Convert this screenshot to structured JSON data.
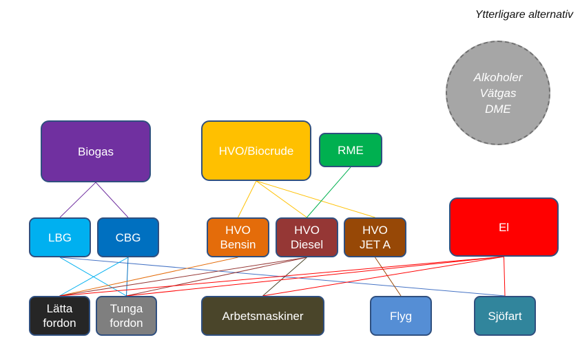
{
  "alternatives": {
    "title": "Ytterligare alternativ",
    "text": "Alkoholer\nVätgas\nDME"
  },
  "nodes": {
    "biogas": {
      "label": "Biogas",
      "color": "#7030a0"
    },
    "hvo_biocrude": {
      "label": "HVO/Biocrude",
      "color": "#ffc000"
    },
    "rme": {
      "label": "RME",
      "color": "#00b050"
    },
    "lbg": {
      "label": "LBG",
      "color": "#00b0f0"
    },
    "cbg": {
      "label": "CBG",
      "color": "#0070c0"
    },
    "hvo_bensin": {
      "label": "HVO\nBensin",
      "color": "#e46c0a"
    },
    "hvo_diesel": {
      "label": "HVO\nDiesel",
      "color": "#953735"
    },
    "hvo_jet_a": {
      "label": "HVO\nJET A",
      "color": "#974806"
    },
    "el": {
      "label": "El",
      "color": "#ff0000"
    },
    "latta_fordon": {
      "label": "Lätta\nfordon",
      "color": "#262626"
    },
    "tunga_fordon": {
      "label": "Tunga\nfordon",
      "color": "#7f7f7f"
    },
    "arbetsmaskiner": {
      "label": "Arbetsmaskiner",
      "color": "#4a452a"
    },
    "flyg": {
      "label": "Flyg",
      "color": "#558ed5"
    },
    "sjofart": {
      "label": "Sjöfart",
      "color": "#31859c"
    }
  },
  "edges": [
    {
      "from": "biogas",
      "to": "lbg",
      "color": "#7030a0"
    },
    {
      "from": "biogas",
      "to": "cbg",
      "color": "#7030a0"
    },
    {
      "from": "hvo_biocrude",
      "to": "hvo_bensin",
      "color": "#ffc000"
    },
    {
      "from": "hvo_biocrude",
      "to": "hvo_diesel",
      "color": "#ffc000"
    },
    {
      "from": "hvo_biocrude",
      "to": "hvo_jet_a",
      "color": "#ffc000"
    },
    {
      "from": "rme",
      "to": "hvo_diesel",
      "color": "#00b050"
    },
    {
      "from": "lbg",
      "to": "tunga_fordon",
      "color": "#00b0f0"
    },
    {
      "from": "lbg",
      "to": "sjofart",
      "color": "#4472c4"
    },
    {
      "from": "cbg",
      "to": "latta_fordon",
      "color": "#00b0f0"
    },
    {
      "from": "cbg",
      "to": "tunga_fordon",
      "color": "#0070c0"
    },
    {
      "from": "hvo_bensin",
      "to": "latta_fordon",
      "color": "#e46c0a"
    },
    {
      "from": "hvo_diesel",
      "to": "latta_fordon",
      "color": "#953735"
    },
    {
      "from": "hvo_diesel",
      "to": "tunga_fordon",
      "color": "#953735"
    },
    {
      "from": "hvo_diesel",
      "to": "arbetsmaskiner",
      "color": "#4a452a"
    },
    {
      "from": "hvo_jet_a",
      "to": "flyg",
      "color": "#974806"
    },
    {
      "from": "el",
      "to": "latta_fordon",
      "color": "#ff0000"
    },
    {
      "from": "el",
      "to": "tunga_fordon",
      "color": "#ff0000"
    },
    {
      "from": "el",
      "to": "arbetsmaskiner",
      "color": "#ff0000"
    },
    {
      "from": "el",
      "to": "sjofart",
      "color": "#ff0000"
    }
  ]
}
